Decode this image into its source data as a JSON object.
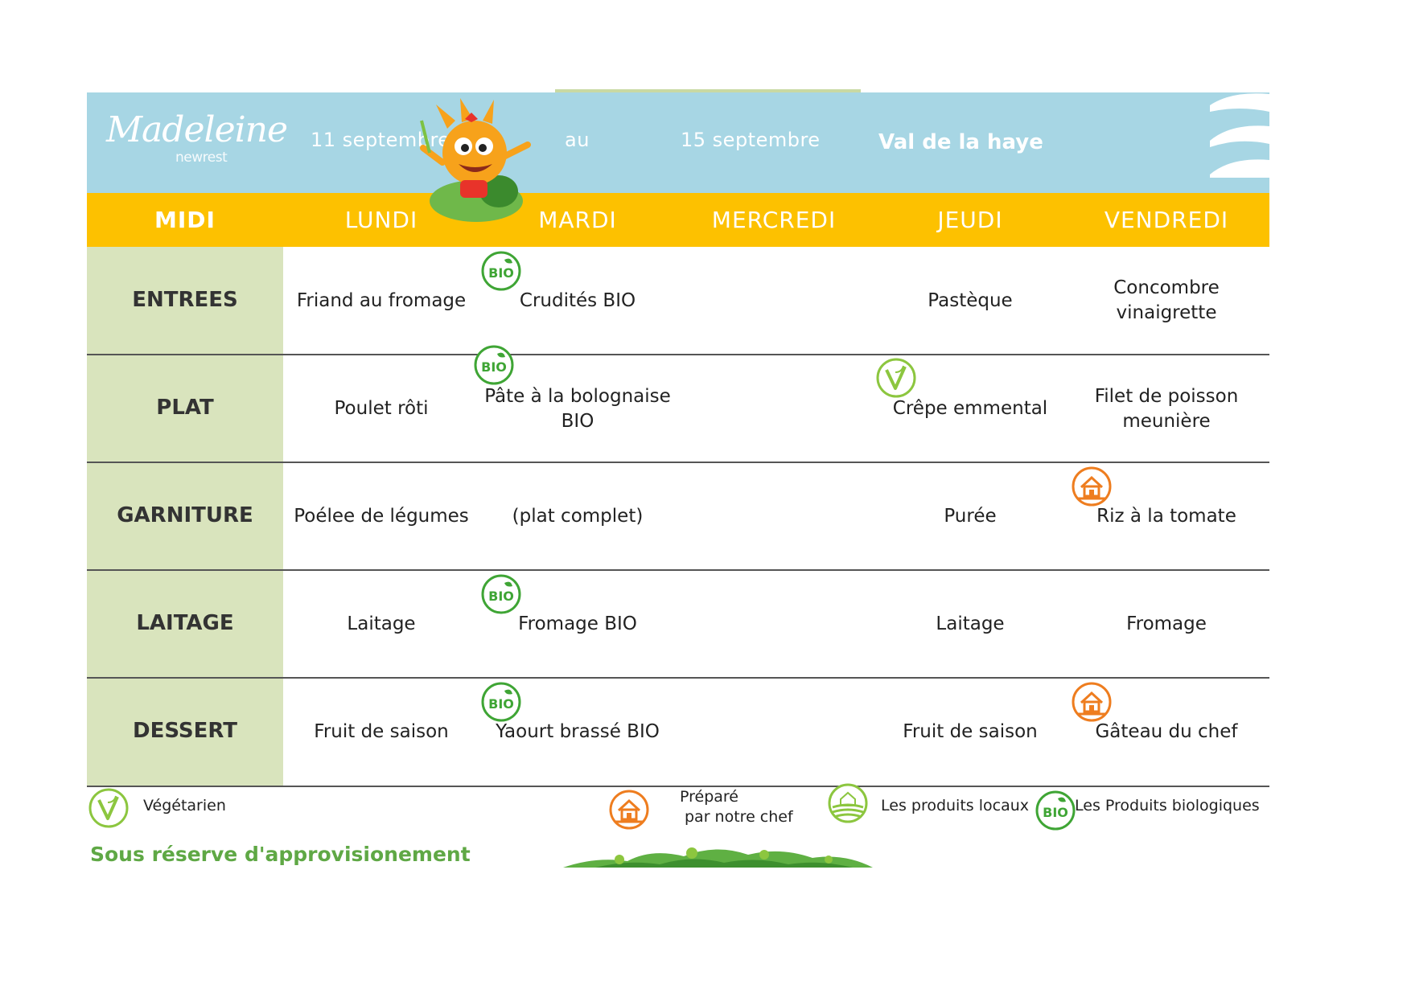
{
  "brand": {
    "logo": "Madeleine",
    "sub": "newrest"
  },
  "header": {
    "date_from": "11 septembre",
    "date_sep": "au",
    "date_to": "15 septembre",
    "site": "Val de la haye"
  },
  "grid": {
    "corner": "MIDI",
    "days": [
      "LUNDI",
      "MARDI",
      "MERCREDI",
      "JEUDI",
      "VENDREDI"
    ],
    "rows": [
      {
        "label": "ENTREES",
        "cells": [
          "Friand au fromage",
          "Crudités BIO",
          "",
          "Pastèque",
          "Concombre vinaigrette"
        ]
      },
      {
        "label": "PLAT",
        "cells": [
          "Poulet rôti",
          "Pâte à la bolognaise BIO",
          "",
          "Crêpe emmental",
          "Filet de poisson meunière"
        ]
      },
      {
        "label": "GARNITURE",
        "cells": [
          "Poélee de légumes",
          "(plat complet)",
          "",
          "Purée",
          "Riz à la tomate"
        ]
      },
      {
        "label": "LAITAGE",
        "cells": [
          "Laitage",
          "Fromage BIO",
          "",
          "Laitage",
          "Fromage"
        ]
      },
      {
        "label": "DESSERT",
        "cells": [
          "Fruit de saison",
          "Yaourt brassé BIO",
          "",
          "Fruit de saison",
          "Gâteau du chef"
        ]
      }
    ]
  },
  "legend": {
    "vegetarian": "Végétarien",
    "chef_line1": "Préparé",
    "chef_line2": "par notre chef",
    "local": "Les produits locaux",
    "organic": "Les Produits biologiques"
  },
  "badge_text": "BIO",
  "footer_note": "Sous réserve d'approvisionement",
  "colors": {
    "header_blue": "#a7d6e4",
    "day_band": "#fdc100",
    "label_column": "#d9e4bd",
    "bio_green": "#3fa535",
    "chef_orange": "#ee7d1f",
    "veg_green": "#8cc63f"
  }
}
